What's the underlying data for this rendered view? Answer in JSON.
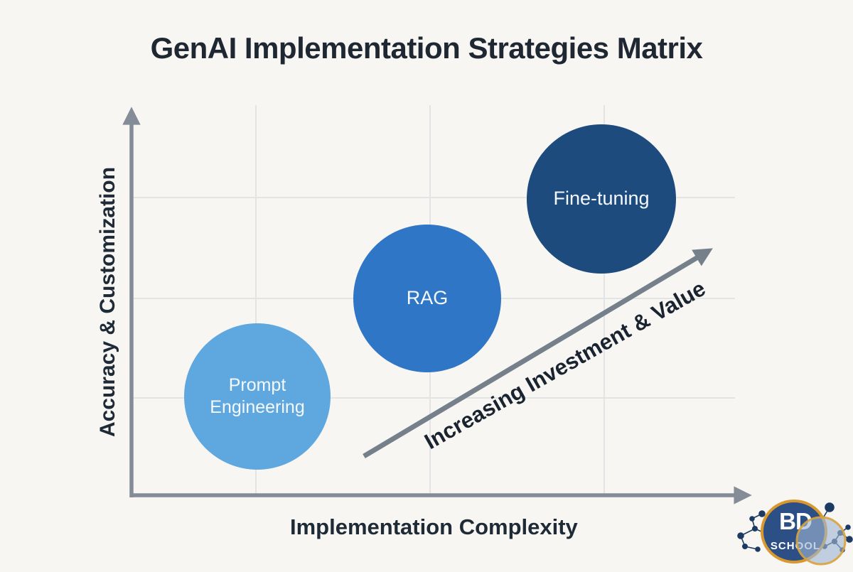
{
  "title": "GenAI Implementation Strategies Matrix",
  "axes": {
    "x_label": "Implementation Complexity",
    "y_label": "Accuracy & Customization"
  },
  "trend_arrow": {
    "label": "Increasing Investment & Value"
  },
  "bubbles": [
    {
      "label": "Prompt Engineering",
      "color": "#5FA7DF"
    },
    {
      "label": "RAG",
      "color": "#3076C6"
    },
    {
      "label": "Fine-tuning",
      "color": "#1D4B7D"
    }
  ],
  "logo": {
    "primary_text": "BD",
    "secondary_text": "SCHOOL",
    "badge_fill": "#2C4F86",
    "ring_color": "#D8982D",
    "overlay_circle_fill": "#9FB4D2"
  },
  "colors": {
    "background": "#f8f6f3",
    "title_text": "#1f2832",
    "axis_gray": "#838c97",
    "trend_arrow_gray": "#75808b",
    "gridline": "#e3e4e5"
  },
  "chart_data": {
    "type": "scatter",
    "title": "GenAI Implementation Strategies Matrix",
    "xlabel": "Implementation Complexity",
    "ylabel": "Accuracy & Customization",
    "grid": true,
    "legend": false,
    "axis_ticks_labeled": false,
    "annotation": "Increasing Investment & Value",
    "annotation_type": "diagonal-arrow-bottom-left-to-top-right",
    "points": [
      {
        "label": "Prompt Engineering",
        "x": 0.2,
        "y": 0.25,
        "bubble_radius_px": 103,
        "color": "#5FA7DF"
      },
      {
        "label": "RAG",
        "x": 0.47,
        "y": 0.5,
        "bubble_radius_px": 104,
        "color": "#3076C6"
      },
      {
        "label": "Fine-tuning",
        "x": 0.75,
        "y": 0.75,
        "bubble_radius_px": 105,
        "color": "#1D4B7D"
      }
    ]
  }
}
